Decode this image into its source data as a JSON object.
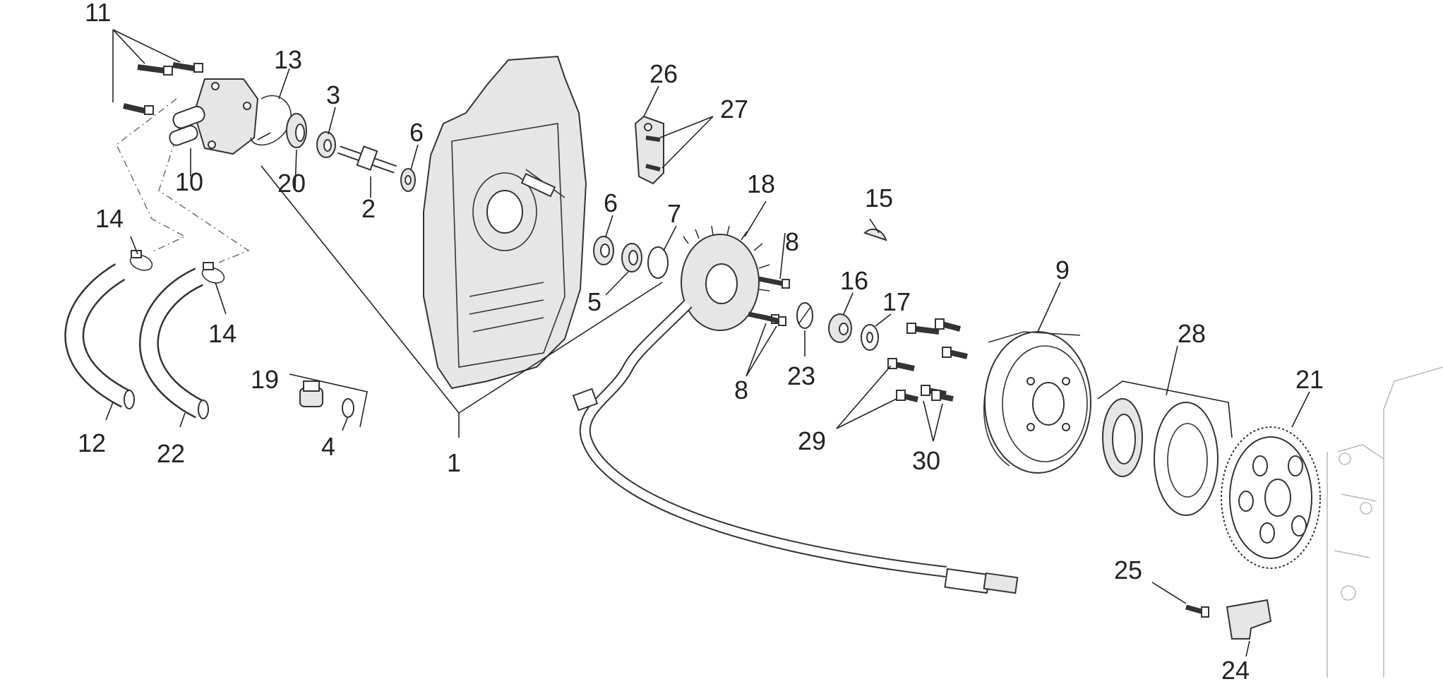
{
  "labels": [
    {
      "id": "1",
      "text": "1"
    },
    {
      "id": "2",
      "text": "2"
    },
    {
      "id": "3",
      "text": "3"
    },
    {
      "id": "4",
      "text": "4"
    },
    {
      "id": "5",
      "text": "5"
    },
    {
      "id": "6a",
      "text": "6"
    },
    {
      "id": "6b",
      "text": "6"
    },
    {
      "id": "7",
      "text": "7"
    },
    {
      "id": "8a",
      "text": "8"
    },
    {
      "id": "8b",
      "text": "8"
    },
    {
      "id": "9",
      "text": "9"
    },
    {
      "id": "10",
      "text": "10"
    },
    {
      "id": "11",
      "text": "11"
    },
    {
      "id": "12",
      "text": "12"
    },
    {
      "id": "13",
      "text": "13"
    },
    {
      "id": "14a",
      "text": "14"
    },
    {
      "id": "14b",
      "text": "14"
    },
    {
      "id": "15",
      "text": "15"
    },
    {
      "id": "16",
      "text": "16"
    },
    {
      "id": "17",
      "text": "17"
    },
    {
      "id": "18",
      "text": "18"
    },
    {
      "id": "19",
      "text": "19"
    },
    {
      "id": "20",
      "text": "20"
    },
    {
      "id": "21",
      "text": "21"
    },
    {
      "id": "22",
      "text": "22"
    },
    {
      "id": "23",
      "text": "23"
    },
    {
      "id": "24",
      "text": "24"
    },
    {
      "id": "25",
      "text": "25"
    },
    {
      "id": "26",
      "text": "26"
    },
    {
      "id": "27",
      "text": "27"
    },
    {
      "id": "28",
      "text": "28"
    },
    {
      "id": "29",
      "text": "29"
    },
    {
      "id": "30",
      "text": "30"
    }
  ]
}
